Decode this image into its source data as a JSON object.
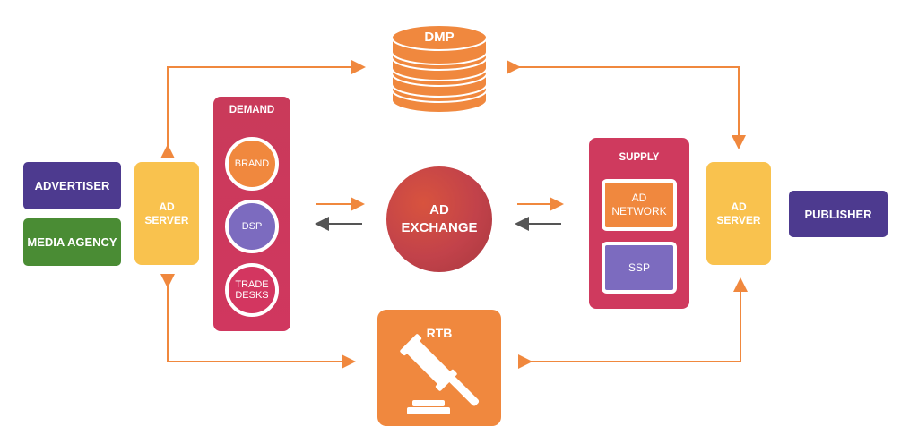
{
  "colors": {
    "orange": "#f0883e",
    "purple": "#4d3a8f",
    "green": "#4a8c34",
    "yellow": "#f9c24e",
    "magenta": "#cf3a5e",
    "lavender": "#7c6bbf",
    "arrow_orange": "#f0883e",
    "arrow_gray": "#555555"
  },
  "dmp": {
    "label": "DMP",
    "icon": "database-stack-icon"
  },
  "left": {
    "advertiser": "ADVERTISER",
    "media_agency": "MEDIA AGENCY",
    "ad_server": "AD\nSERVER"
  },
  "demand": {
    "title": "DEMAND",
    "items": [
      "BRAND",
      "DSP",
      "TRADE\nDESKS"
    ]
  },
  "exchange": {
    "label": "AD\nEXCHANGE"
  },
  "supply": {
    "title": "SUPPLY",
    "items": [
      "AD\nNETWORK",
      "SSP"
    ]
  },
  "right": {
    "ad_server": "AD\nSERVER",
    "publisher": "PUBLISHER"
  },
  "rtb": {
    "label": "RTB",
    "icon": "gavel-icon"
  }
}
